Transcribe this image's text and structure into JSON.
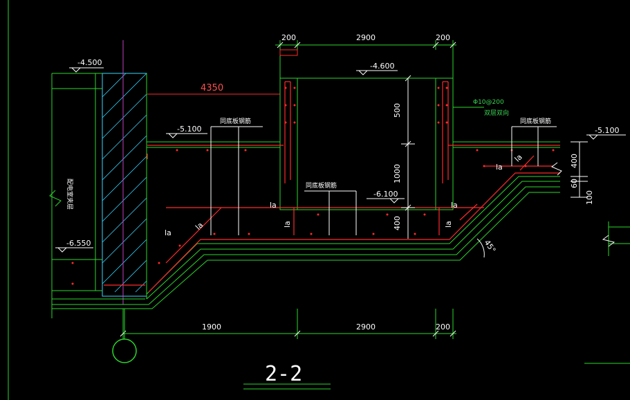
{
  "colors": {
    "background": "#000000",
    "green": "#2bd82b",
    "red": "#ff2a2a",
    "white": "#ffffff",
    "cyan": "#37d7ff",
    "magenta": "#c040c0",
    "yellow": "#e8e800"
  },
  "elevations": {
    "left_top": "-4.500",
    "left_mid": "-5.100",
    "left_low": "-6.550",
    "pit_top": "-4.600",
    "pit_floor": "-6.100",
    "right": "-5.100"
  },
  "dimensions": {
    "top": [
      "200",
      "2900",
      "200"
    ],
    "bottom": [
      "1900",
      "2900",
      "200"
    ],
    "horizontal_4350": "4350",
    "right_vertical": [
      "500",
      "1000",
      "400"
    ],
    "far_right": [
      "400",
      "60",
      "100"
    ],
    "angle": "45°",
    "tiny": "200"
  },
  "labels": {
    "room": "配电室夹层",
    "bar_callout_1": "同底板钢筋",
    "bar_callout_2": "同底板钢筋",
    "bar_callout_3": "同底板钢筋",
    "spec_1": "Φ10@200",
    "spec_2": "双层双向",
    "la": "la",
    "grid_circle": "",
    "section_title": "2-2"
  }
}
